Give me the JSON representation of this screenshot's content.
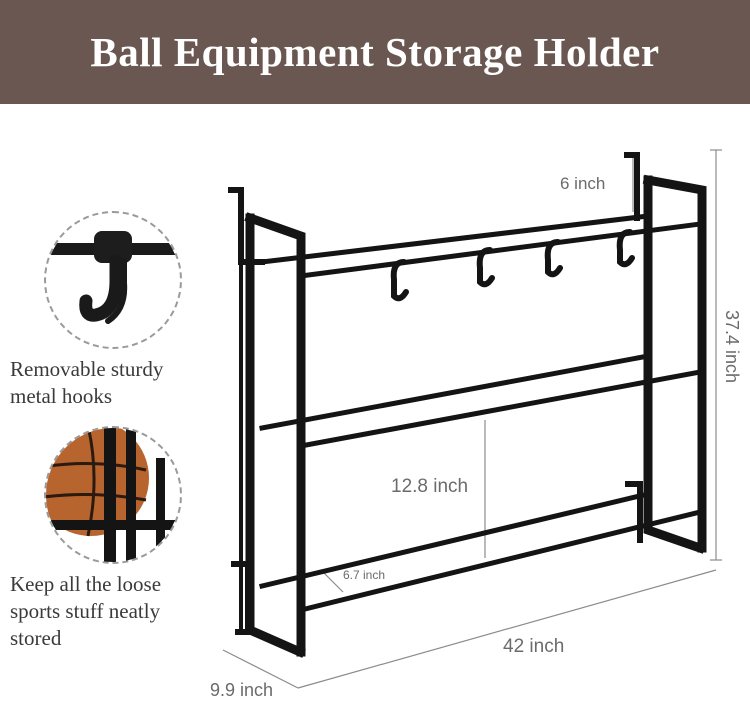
{
  "banner": {
    "title": "Ball Equipment Storage Holder",
    "color": "#6a5751"
  },
  "features": [
    {
      "caption": "Removable sturdy metal hooks"
    },
    {
      "caption": "Keep all the loose sports stuff neatly stored"
    }
  ],
  "dimensions": {
    "hook_drop": "6 inch",
    "height": "37.4 inch",
    "shelf_spacing": "12.8 inch",
    "bar_gap": "6.7 inch",
    "width": "42 inch",
    "depth": "9.9 inch"
  },
  "colors": {
    "frame": "#111111",
    "dimension_line": "#8c8c8c",
    "ball": "#b8642e"
  }
}
